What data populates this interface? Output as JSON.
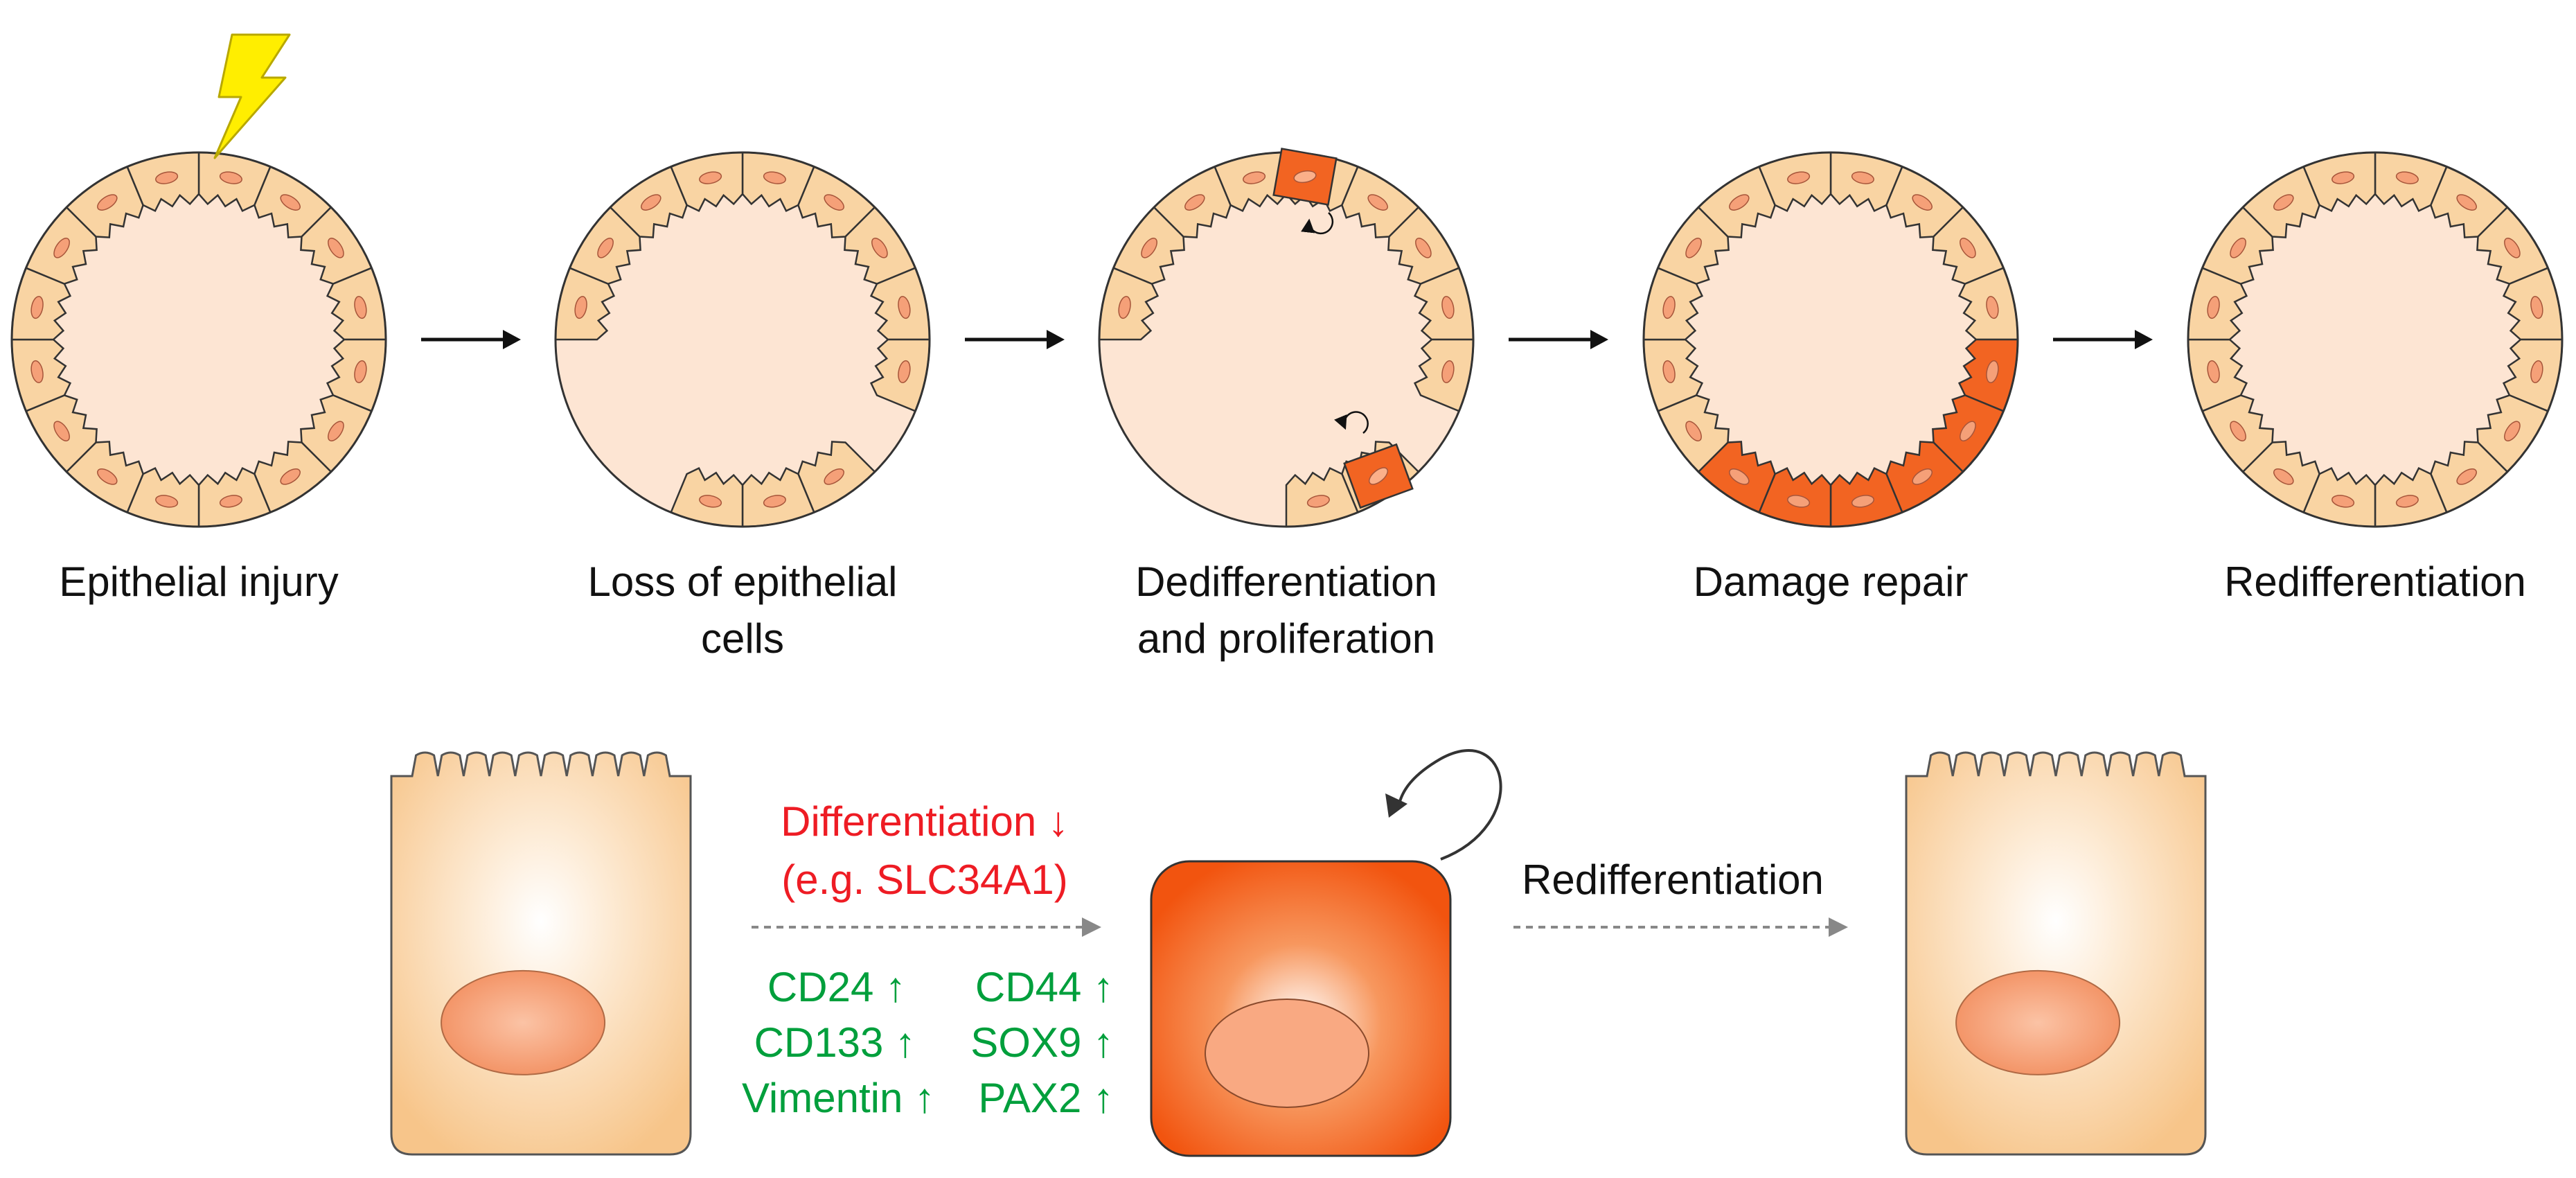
{
  "stages": [
    {
      "label_lines": [
        "Epithelial injury"
      ]
    },
    {
      "label_lines": [
        "Loss of epithelial",
        "cells"
      ]
    },
    {
      "label_lines": [
        "Dedifferentiation",
        "and proliferation"
      ]
    },
    {
      "label_lines": [
        "Damage repair"
      ]
    },
    {
      "label_lines": [
        "Redifferentiation"
      ]
    }
  ],
  "dedifferentiation": {
    "down_lines": [
      "Differentiation ↓",
      "(e.g. SLC34A1)"
    ],
    "markers": [
      {
        "left": "CD24 ↑",
        "right": "CD44 ↑"
      },
      {
        "left": "CD133 ↑",
        "right": "SOX9 ↑"
      },
      {
        "left": "Vimentin ↑",
        "right": "PAX2 ↑"
      }
    ]
  },
  "redifferentiation_label": "Redifferentiation",
  "colors": {
    "cell_fill": "#f9d4a3",
    "cell_fill_light": "#fdebd5",
    "nucleus": "#f5a078",
    "lumen": "#fde5d3",
    "dediff_cell": "#f26422",
    "marker_up": "#009f3c",
    "marker_down": "#ee1c24",
    "outline": "#333333",
    "lightning": "#ffee00"
  }
}
